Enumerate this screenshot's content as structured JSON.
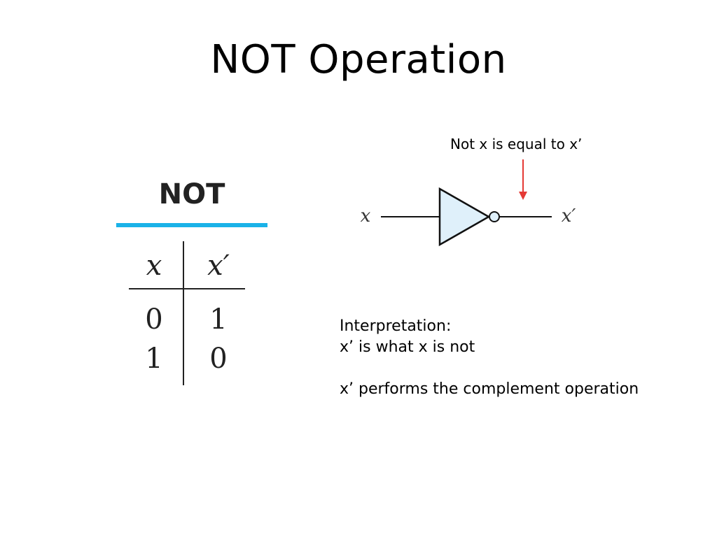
{
  "slide": {
    "title": "NOT Operation"
  },
  "truth_table": {
    "caption": "NOT",
    "headers": [
      "x",
      "x′"
    ],
    "rows": [
      [
        "0",
        "1"
      ],
      [
        "1",
        "0"
      ]
    ],
    "caption_rule_color": "#1ab2e8"
  },
  "gate": {
    "annotation": "Not x is equal to x’",
    "input_label": "x",
    "output_label": "x′",
    "gate_fill": "#dff0fa",
    "arrow_color": "#e53935"
  },
  "interpretation": {
    "heading": "Interpretation:",
    "line1": "x’ is what x is not",
    "line2": "x’ performs the complement operation"
  }
}
